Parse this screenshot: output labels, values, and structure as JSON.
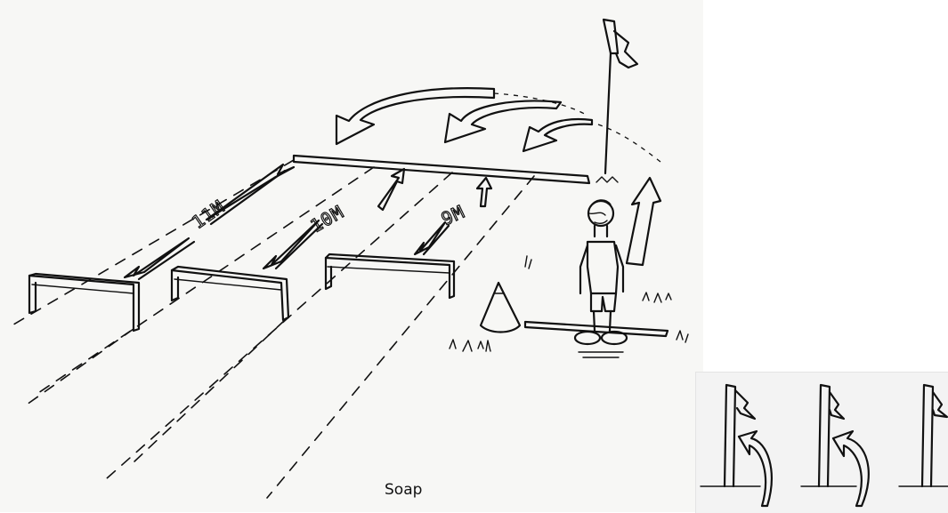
{
  "sketch": {
    "lanes": [
      {
        "distance_label": "11M"
      },
      {
        "distance_label": "10M"
      },
      {
        "distance_label": "9M"
      }
    ],
    "caption": "Soap"
  },
  "inset": {
    "flag_count": 3
  }
}
